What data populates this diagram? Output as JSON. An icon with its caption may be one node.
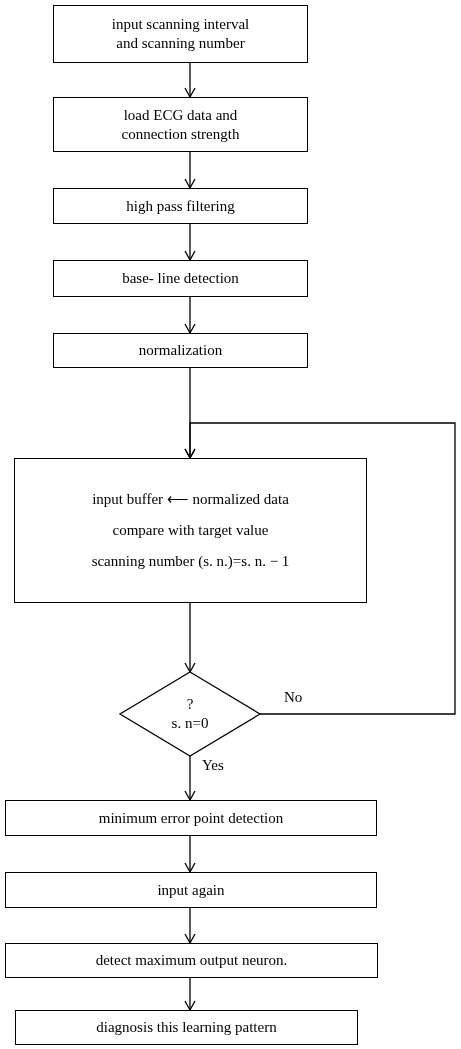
{
  "diagram": {
    "nodes": [
      {
        "text": [
          "input scanning interval and scanning number"
        ]
      },
      {
        "text": [
          "load ECG data and connection strength"
        ]
      },
      {
        "text": [
          "high pass filtering"
        ]
      },
      {
        "text": [
          "base- line detection"
        ]
      },
      {
        "text": [
          "normalization"
        ]
      },
      {
        "text": [
          "input buffer ⟵ normalized data",
          "compare with target value",
          "scanning number (s. n.)=s. n. − 1"
        ]
      },
      {
        "text": [
          "?",
          "s. n=0"
        ]
      },
      {
        "text": [
          "minimum error point detection"
        ]
      },
      {
        "text": [
          "input again"
        ]
      },
      {
        "text": [
          "detect  maximum output neuron."
        ]
      },
      {
        "text": [
          "diagnosis this learning pattern"
        ]
      }
    ],
    "edges": [
      {
        "from": 0,
        "to": 1,
        "arrow": "to"
      },
      {
        "from": 1,
        "to": 2,
        "arrow": "to"
      },
      {
        "from": 2,
        "to": 3,
        "arrow": "to"
      },
      {
        "from": 3,
        "to": 4,
        "arrow": "to"
      },
      {
        "from": 4,
        "to": 5,
        "arrow": "to"
      },
      {
        "from": 5,
        "to": 6,
        "arrow": "to"
      },
      {
        "from": 6,
        "to": 5,
        "arrow": "to",
        "label": "No"
      },
      {
        "from": 6,
        "to": 7,
        "arrow": "to",
        "label": "Yes"
      },
      {
        "from": 7,
        "to": 8,
        "arrow": "to"
      },
      {
        "from": 8,
        "to": 9,
        "arrow": "to"
      },
      {
        "from": 9,
        "to": 10,
        "arrow": "to"
      }
    ]
  }
}
